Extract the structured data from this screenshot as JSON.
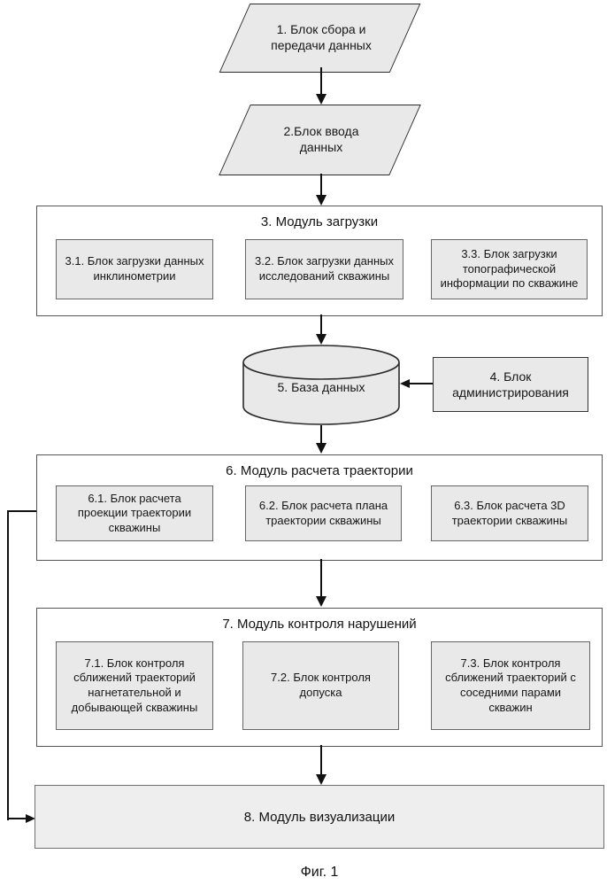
{
  "flow": {
    "parallelogram_1": "1. Блок сбора и\nпередачи данных",
    "parallelogram_2": "2.Блок ввода\nданных",
    "module_3": {
      "title": "3. Модуль загрузки",
      "blocks": [
        "3.1. Блок загрузки данных\nинклинометрии",
        "3.2. Блок загрузки данных\nисследований скважины",
        "3.3. Блок загрузки\nтопографической\nинформации по скважине"
      ]
    },
    "admin_block": "4. Блок\nадминистрирования",
    "database": "5. База данных",
    "module_6": {
      "title": "6. Модуль расчета траектории",
      "blocks": [
        "6.1. Блок расчета\nпроекции траектории\nскважины",
        "6.2. Блок расчета плана\nтраектории скважины",
        "6.3. Блок расчета 3D\nтраектории скважины"
      ]
    },
    "module_7": {
      "title": "7. Модуль контроля нарушений",
      "blocks": [
        "7.1. Блок контроля\nсближений траекторий\nнагнетательной и\nдобывающей скважины",
        "7.2. Блок контроля\nдопуска",
        "7.3. Блок контроля\nсближений траекторий с\nсоседними парами\nскважин"
      ]
    },
    "module_8": "8. Модуль визуализации",
    "caption": "Фиг. 1",
    "colors": {
      "shape_fill": "#e9e9e9",
      "module8_fill": "#eeeeee",
      "line": "#111111",
      "shape_border": "#2b2b2b",
      "container_border": "#565656"
    }
  }
}
